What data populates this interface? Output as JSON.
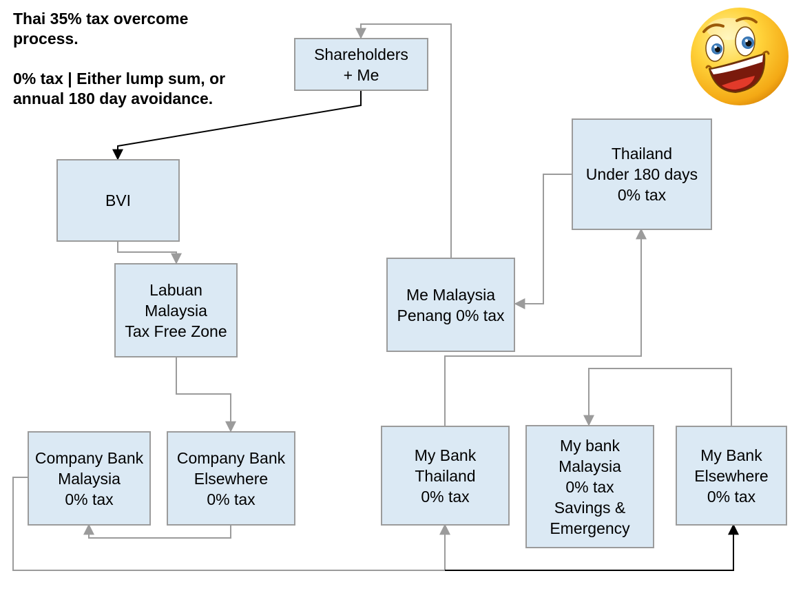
{
  "heading": {
    "line1": "Thai 35% tax overcome",
    "line2": "process.",
    "line3": "0% tax | Either lump sum, or",
    "line4": "annual 180 day avoidance."
  },
  "nodes": {
    "shareholders": [
      "Shareholders",
      "+ Me"
    ],
    "bvi": [
      "BVI"
    ],
    "labuan": [
      "Labuan",
      "Malaysia",
      "Tax Free Zone"
    ],
    "company_bank_malaysia": [
      "Company Bank",
      "Malaysia",
      "0% tax"
    ],
    "company_bank_elsewhere": [
      "Company Bank",
      "Elsewhere",
      "0% tax"
    ],
    "me_malaysia": [
      "Me Malaysia",
      "Penang 0% tax"
    ],
    "thailand": [
      "Thailand",
      "Under 180 days",
      "0% tax"
    ],
    "my_bank_thailand": [
      "My Bank",
      "Thailand",
      "0% tax"
    ],
    "my_bank_malaysia": [
      "My bank",
      "Malaysia",
      "0% tax",
      "Savings &",
      "Emergency"
    ],
    "my_bank_elsewhere": [
      "My Bank",
      "Elsewhere",
      "0% tax"
    ]
  },
  "colors": {
    "node_fill": "#dbe9f4",
    "node_border": "#9b9b9b",
    "connector_gray": "#9b9b9b",
    "connector_black": "#000000"
  },
  "decoration": {
    "emoji_icon": "grinning-smiley-face-icon"
  }
}
